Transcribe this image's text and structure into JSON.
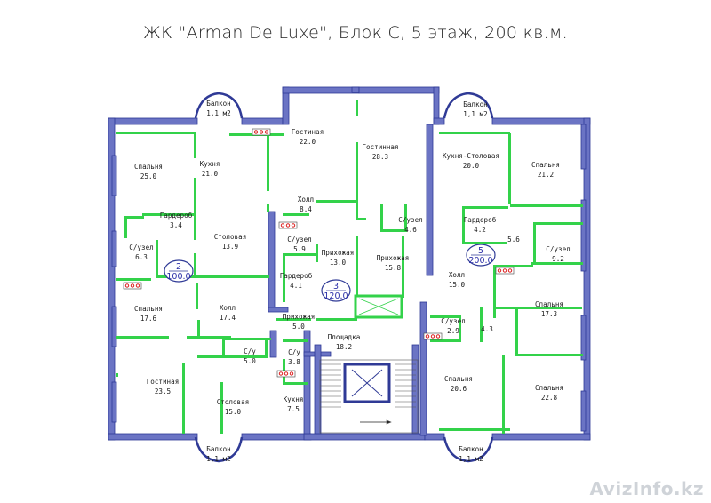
{
  "title": "ЖК \"Arman De Luxe\", Блок С, 5 этаж, 200 кв.м.",
  "watermark": "AvizInfo.kz",
  "colors": {
    "wall": "#2f3a96",
    "wall_fill": "#6b74c4",
    "partition": "#33d24a",
    "room_text": "#1a1a1a",
    "apartment_text": "#2b2fa8"
  },
  "apartments": [
    {
      "number": "2",
      "area": "100.0"
    },
    {
      "number": "3",
      "area": "120.0"
    },
    {
      "number": "5",
      "area": "200.0"
    }
  ],
  "rooms": [
    {
      "name": "Балкон",
      "area": "1,1 м2"
    },
    {
      "name": "Спальня",
      "area": "25.0"
    },
    {
      "name": "Кухня",
      "area": "21.0"
    },
    {
      "name": "Гардероб",
      "area": "3.4"
    },
    {
      "name": "С/узел",
      "area": "6.3"
    },
    {
      "name": "Столовая",
      "area": "13.9"
    },
    {
      "name": "Спальня",
      "area": "17.6"
    },
    {
      "name": "Холл",
      "area": "17.4"
    },
    {
      "name": "С/у",
      "area": "5.0"
    },
    {
      "name": "Гостиная",
      "area": "23.5"
    },
    {
      "name": "Столовая",
      "area": "15.0"
    },
    {
      "name": "Балкон",
      "area": "1,1 м2"
    },
    {
      "name": "Гостиная",
      "area": "22.0"
    },
    {
      "name": "Холл",
      "area": "8.4"
    },
    {
      "name": "С/узел",
      "area": "5.9"
    },
    {
      "name": "Прихожая",
      "area": "13.0"
    },
    {
      "name": "Гардероб",
      "area": "4.1"
    },
    {
      "name": "Прихожая",
      "area": "5.0"
    },
    {
      "name": "С/у",
      "area": "3.8"
    },
    {
      "name": "Кухня",
      "area": "7.5"
    },
    {
      "name": "Гостинная",
      "area": "28.3"
    },
    {
      "name": "С/узел",
      "area": "4.6"
    },
    {
      "name": "Прихожая",
      "area": "15.8"
    },
    {
      "name": "Площадка",
      "area": "18.2"
    },
    {
      "name": "Балкон",
      "area": "1,1 м2"
    },
    {
      "name": "Кухня-Столовая",
      "area": "20.0"
    },
    {
      "name": "Спальня",
      "area": "21.2"
    },
    {
      "name": "Гардероб",
      "area": "4.2"
    },
    {
      "name": "",
      "area": "5.6"
    },
    {
      "name": "С/узел",
      "area": "9.2"
    },
    {
      "name": "Холл",
      "area": "15.0"
    },
    {
      "name": "Спальня",
      "area": "17.3"
    },
    {
      "name": "С/узел",
      "area": "2.9"
    },
    {
      "name": "",
      "area": "4.3"
    },
    {
      "name": "Спальня",
      "area": "20.6"
    },
    {
      "name": "Спальня",
      "area": "22.8"
    },
    {
      "name": "Балкон",
      "area": "1,1 м2"
    }
  ]
}
